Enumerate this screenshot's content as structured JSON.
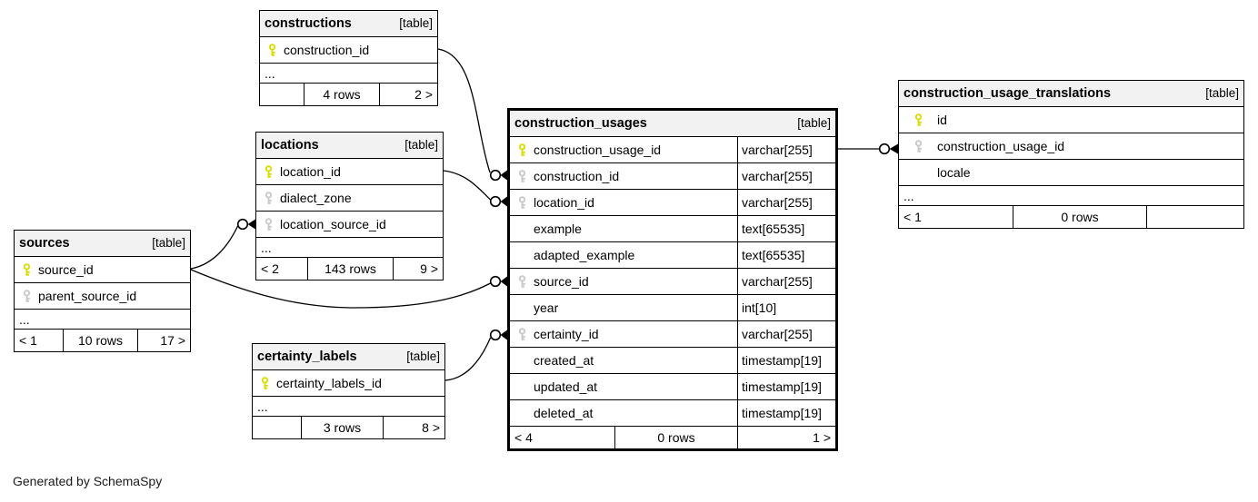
{
  "generated_by": "Generated by SchemaSpy",
  "colors": {
    "background": "#ffffff",
    "table_header_bg": "#f2f2f2",
    "border": "#000000",
    "primary_key_icon": "#dcdc00",
    "foreign_key_icon": "#c9c9c9",
    "text": "#000000"
  },
  "tables": {
    "constructions": {
      "title": "constructions",
      "tag": "[table]",
      "columns": [
        {
          "name": "construction_id",
          "key": "primary"
        }
      ],
      "ellipsis": "...",
      "footer": {
        "parents": "",
        "rows": "4 rows",
        "children": "2 >"
      }
    },
    "locations": {
      "title": "locations",
      "tag": "[table]",
      "columns": [
        {
          "name": "location_id",
          "key": "primary"
        },
        {
          "name": "dialect_zone",
          "key": "foreign"
        },
        {
          "name": "location_source_id",
          "key": "foreign"
        }
      ],
      "ellipsis": "...",
      "footer": {
        "parents": "< 2",
        "rows": "143 rows",
        "children": "9 >"
      }
    },
    "sources": {
      "title": "sources",
      "tag": "[table]",
      "columns": [
        {
          "name": "source_id",
          "key": "primary"
        },
        {
          "name": "parent_source_id",
          "key": "foreign"
        }
      ],
      "ellipsis": "...",
      "footer": {
        "parents": "< 1",
        "rows": "10 rows",
        "children": "17 >"
      }
    },
    "certainty_labels": {
      "title": "certainty_labels",
      "tag": "[table]",
      "columns": [
        {
          "name": "certainty_labels_id",
          "key": "primary"
        }
      ],
      "ellipsis": "...",
      "footer": {
        "parents": "",
        "rows": "3 rows",
        "children": "8 >"
      }
    },
    "construction_usages": {
      "title": "construction_usages",
      "tag": "[table]",
      "columns": [
        {
          "name": "construction_usage_id",
          "type": "varchar[255]",
          "key": "primary"
        },
        {
          "name": "construction_id",
          "type": "varchar[255]",
          "key": "foreign"
        },
        {
          "name": "location_id",
          "type": "varchar[255]",
          "key": "foreign"
        },
        {
          "name": "example",
          "type": "text[65535]",
          "key": null
        },
        {
          "name": "adapted_example",
          "type": "text[65535]",
          "key": null
        },
        {
          "name": "source_id",
          "type": "varchar[255]",
          "key": "foreign"
        },
        {
          "name": "year",
          "type": "int[10]",
          "key": null
        },
        {
          "name": "certainty_id",
          "type": "varchar[255]",
          "key": "foreign"
        },
        {
          "name": "created_at",
          "type": "timestamp[19]",
          "key": null
        },
        {
          "name": "updated_at",
          "type": "timestamp[19]",
          "key": null
        },
        {
          "name": "deleted_at",
          "type": "timestamp[19]",
          "key": null
        }
      ],
      "footer": {
        "parents": "< 4",
        "rows": "0 rows",
        "children": "1 >"
      }
    },
    "construction_usage_translations": {
      "title": "construction_usage_translations",
      "tag": "[table]",
      "columns": [
        {
          "name": "id",
          "key": "primary"
        },
        {
          "name": "construction_usage_id",
          "key": "foreign"
        },
        {
          "name": "locale",
          "key": null
        }
      ],
      "ellipsis": "...",
      "footer": {
        "parents": "< 1",
        "rows": "0 rows",
        "children": ""
      }
    }
  },
  "relationships": [
    {
      "parent": "constructions.construction_id",
      "child": "construction_usages.construction_id"
    },
    {
      "parent": "locations.location_id",
      "child": "construction_usages.location_id"
    },
    {
      "parent": "sources.source_id",
      "child": "locations.location_source_id"
    },
    {
      "parent": "sources.source_id",
      "child": "construction_usages.source_id"
    },
    {
      "parent": "certainty_labels.certainty_labels_id",
      "child": "construction_usages.certainty_id"
    },
    {
      "parent": "construction_usages.construction_usage_id",
      "child": "construction_usage_translations.construction_usage_id"
    }
  ]
}
